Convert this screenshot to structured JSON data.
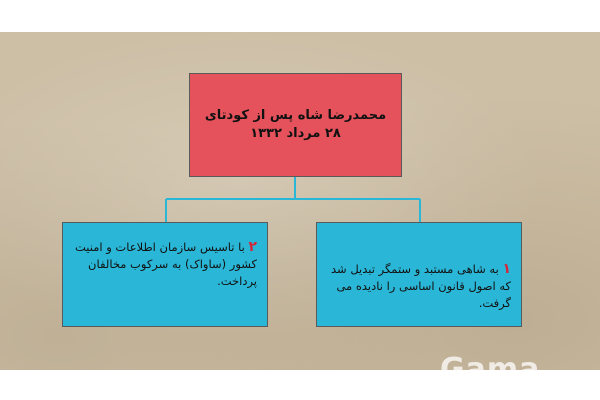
{
  "diagram": {
    "root": {
      "text": "محمدرضا شاه پس از کودتای ۲۸ مرداد ۱۳۳۲",
      "color": "#e5525c"
    },
    "children": [
      {
        "number": "۱",
        "text": "به شاهی مستبد و ستمگر تبدیل شد که اصول قانون اساسی را نادیده می گرفت.",
        "color": "#2ab6d6"
      },
      {
        "number": "۲",
        "text": "با تاسیس سازمان اطلاعات و امنیت کشور (ساواک) به سرکوب مخالفان پرداخت.",
        "color": "#2ab6d6"
      }
    ],
    "connector_color": "#2ab6d6"
  },
  "watermark": {
    "text": "Gama"
  }
}
